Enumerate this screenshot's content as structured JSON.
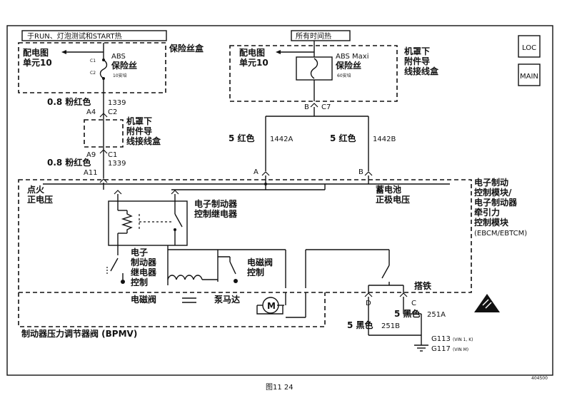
{
  "banners": {
    "run_hot": "于RUN、灯泡测试和START热",
    "always_hot": "所有时间热"
  },
  "badges": {
    "loc": "LOC",
    "main": "MAIN"
  },
  "left_fuse": {
    "power_dist": "配电图",
    "cell": "单元10",
    "abs": "ABS",
    "fuse": "保险丝",
    "rating": "10安培",
    "c1": "C1",
    "c2": "C2",
    "box": "保险丝盒"
  },
  "right_fuse": {
    "power_dist": "配电图",
    "cell": "单元10",
    "abs": "ABS Maxi",
    "fuse": "保险丝",
    "rating": "60安培",
    "box_l1": "机罩下",
    "box_l2": "附件导",
    "box_l3": "线接线盒",
    "b": "B",
    "c7": "C7"
  },
  "left_harness": {
    "wire_top": "0.8 粉红色",
    "circuit_top": "1339",
    "a4": "A4",
    "c2": "C2",
    "box_l1": "机罩下",
    "box_l2": "附件导",
    "box_l3": "线接线盒",
    "a9": "A9",
    "c1": "C1",
    "wire_bot": "0.8 粉红色",
    "a11": "A11",
    "circuit_bot": "1339"
  },
  "wires": {
    "a_color": "5 红色",
    "a_circuit": "1442A",
    "b_color": "5 红色",
    "b_circuit": "1442B",
    "pin_a": "A",
    "pin_b": "B"
  },
  "module": {
    "ign_l1": "点火",
    "ign_l2": "正电压",
    "relay_l1": "电子制动器",
    "relay_l2": "控制继电器",
    "bat_l1": "蓄电池",
    "bat_l2": "正极电压",
    "name_l1": "电子制动",
    "name_l2": "控制模块/",
    "name_l3": "电子制动器",
    "name_l4": "牵引力",
    "name_l5": "控制模块",
    "name_l6": "(EBCM/EBTCM)",
    "ctrl_l1": "电子",
    "ctrl_l2": "制动器",
    "ctrl_l3": "继电器",
    "ctrl_l4": "控制",
    "sol_ctrl_l1": "电磁阀",
    "sol_ctrl_l2": "控制",
    "ground": "搭铁",
    "pin_d": "D",
    "pin_c": "C"
  },
  "bpmv": {
    "solenoid": "电磁阀",
    "pump_motor": "泵马达",
    "motor": "M",
    "name": "制动器压力调节器阀 (BPMV)"
  },
  "grounds": {
    "w1_color": "5 黑色",
    "w1_circuit": "251A",
    "w2_color": "5 黑色",
    "w2_circuit": "251B",
    "g113": "G113",
    "g113_note": "(VIN 1, K)",
    "g117": "G117",
    "g117_note": "(VIN M)"
  },
  "figure": {
    "caption": "图11 24",
    "code": "404500"
  }
}
